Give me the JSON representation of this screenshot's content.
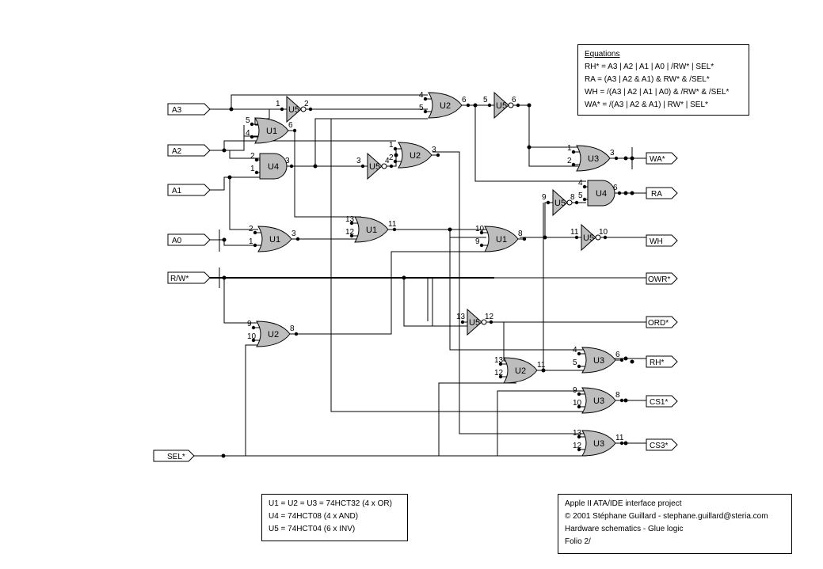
{
  "equations": {
    "title": "Equations",
    "lines": [
      "RH* = A3 | A2 | A1 | A0 | /RW* | SEL*",
      "RA = (A3 | A2 & A1) & RW* & /SEL*",
      "WH = /(A3 | A2 | A1 | A0) & /RW* & /SEL*",
      "WA* = /(A3 | A2 & A1) | RW* | SEL*"
    ]
  },
  "parts": {
    "lines": [
      "U1 = U2 = U3 = 74HCT32 (4 x OR)",
      "U4 = 74HCT08 (4 x AND)",
      "U5 = 74HCT04 (6 x INV)"
    ]
  },
  "info": {
    "lines": [
      "Apple II ATA/IDE interface project",
      "© 2001 Stéphane Guillard - stephane.guillard@steria.com",
      "Hardware schematics - Glue logic",
      "Folio 2/"
    ]
  },
  "inputs": [
    "A3",
    "A2",
    "A1",
    "A0",
    "R/W*",
    "SEL*"
  ],
  "outputs": [
    "WA*",
    "RA",
    "WH",
    "OWR*",
    "ORD*",
    "RH*",
    "CS1*",
    "CS3*"
  ],
  "gates": [
    {
      "id": "g1",
      "kind": "inv",
      "ref": "U5",
      "pins": [
        "1",
        "2"
      ]
    },
    {
      "id": "g2",
      "kind": "or",
      "ref": "U1",
      "pins": [
        "5",
        "4",
        "6"
      ]
    },
    {
      "id": "g3",
      "kind": "and",
      "ref": "U4",
      "pins": [
        "2",
        "1",
        "3"
      ]
    },
    {
      "id": "g4",
      "kind": "or",
      "ref": "U2",
      "pins": [
        "4",
        "5",
        "6"
      ]
    },
    {
      "id": "g5",
      "kind": "inv",
      "ref": "U5",
      "pins": [
        "5",
        "6"
      ]
    },
    {
      "id": "g6",
      "kind": "or",
      "ref": "U2",
      "pins": [
        "1",
        "2",
        "3"
      ]
    },
    {
      "id": "g7",
      "kind": "inv",
      "ref": "U5",
      "pins": [
        "3",
        "4"
      ]
    },
    {
      "id": "g8",
      "kind": "or",
      "ref": "U3",
      "pins": [
        "1",
        "2",
        "3"
      ]
    },
    {
      "id": "g9",
      "kind": "inv",
      "ref": "U5",
      "pins": [
        "9",
        "8"
      ]
    },
    {
      "id": "g10",
      "kind": "and",
      "ref": "U4",
      "pins": [
        "4",
        "5",
        "6"
      ]
    },
    {
      "id": "g11",
      "kind": "or",
      "ref": "U1",
      "pins": [
        "2",
        "1",
        "3"
      ]
    },
    {
      "id": "g12",
      "kind": "or",
      "ref": "U1",
      "pins": [
        "13",
        "12",
        "11"
      ]
    },
    {
      "id": "g13",
      "kind": "or",
      "ref": "U1",
      "pins": [
        "10",
        "9",
        "8"
      ]
    },
    {
      "id": "g14",
      "kind": "inv",
      "ref": "U5",
      "pins": [
        "11",
        "10"
      ]
    },
    {
      "id": "g15",
      "kind": "or",
      "ref": "U2",
      "pins": [
        "9",
        "10",
        "8"
      ]
    },
    {
      "id": "g16",
      "kind": "inv",
      "ref": "U5",
      "pins": [
        "13",
        "12"
      ]
    },
    {
      "id": "g17",
      "kind": "or",
      "ref": "U3",
      "pins": [
        "4",
        "5",
        "6"
      ]
    },
    {
      "id": "g18",
      "kind": "or",
      "ref": "U2",
      "pins": [
        "13",
        "12",
        "11"
      ]
    },
    {
      "id": "g19",
      "kind": "or",
      "ref": "U3",
      "pins": [
        "9",
        "10",
        "8"
      ]
    },
    {
      "id": "g20",
      "kind": "or",
      "ref": "U3",
      "pins": [
        "13",
        "12",
        "11"
      ]
    }
  ]
}
